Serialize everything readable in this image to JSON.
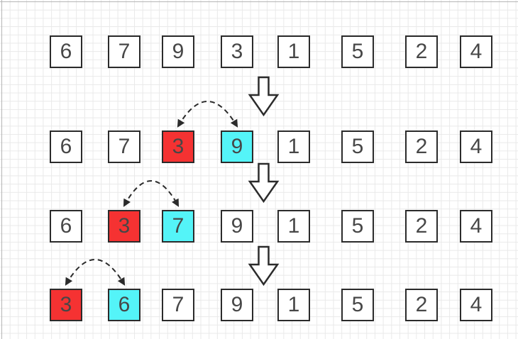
{
  "diagram": {
    "type": "sorting-swap-steps",
    "rows": [
      {
        "values": [
          "6",
          "7",
          "9",
          "3",
          "1",
          "5",
          "2",
          "4"
        ],
        "red_index": null,
        "cyan_index": null,
        "swap_between": null
      },
      {
        "values": [
          "6",
          "7",
          "3",
          "9",
          "1",
          "5",
          "2",
          "4"
        ],
        "red_index": 2,
        "cyan_index": 3,
        "swap_between": [
          2,
          3
        ]
      },
      {
        "values": [
          "6",
          "3",
          "7",
          "9",
          "1",
          "5",
          "2",
          "4"
        ],
        "red_index": 1,
        "cyan_index": 2,
        "swap_between": [
          1,
          2
        ]
      },
      {
        "values": [
          "3",
          "6",
          "7",
          "9",
          "1",
          "5",
          "2",
          "4"
        ],
        "red_index": 0,
        "cyan_index": 1,
        "swap_between": [
          0,
          1
        ]
      }
    ],
    "step_arrows": [
      {
        "icon": "down-block-arrow"
      },
      {
        "icon": "down-block-arrow"
      },
      {
        "icon": "down-block-arrow"
      }
    ],
    "icons": {
      "swap_connector": "curved-dashed-double-arrow",
      "step_connector": "down-block-arrow"
    },
    "colors": {
      "swap_source_fill": "#f53232",
      "swap_target_fill": "#54f4f8",
      "box_fill": "#ffffff",
      "box_border_ink": "#2b2b2b",
      "digit": "#474747",
      "grid_line": "#e9e9e9"
    }
  }
}
